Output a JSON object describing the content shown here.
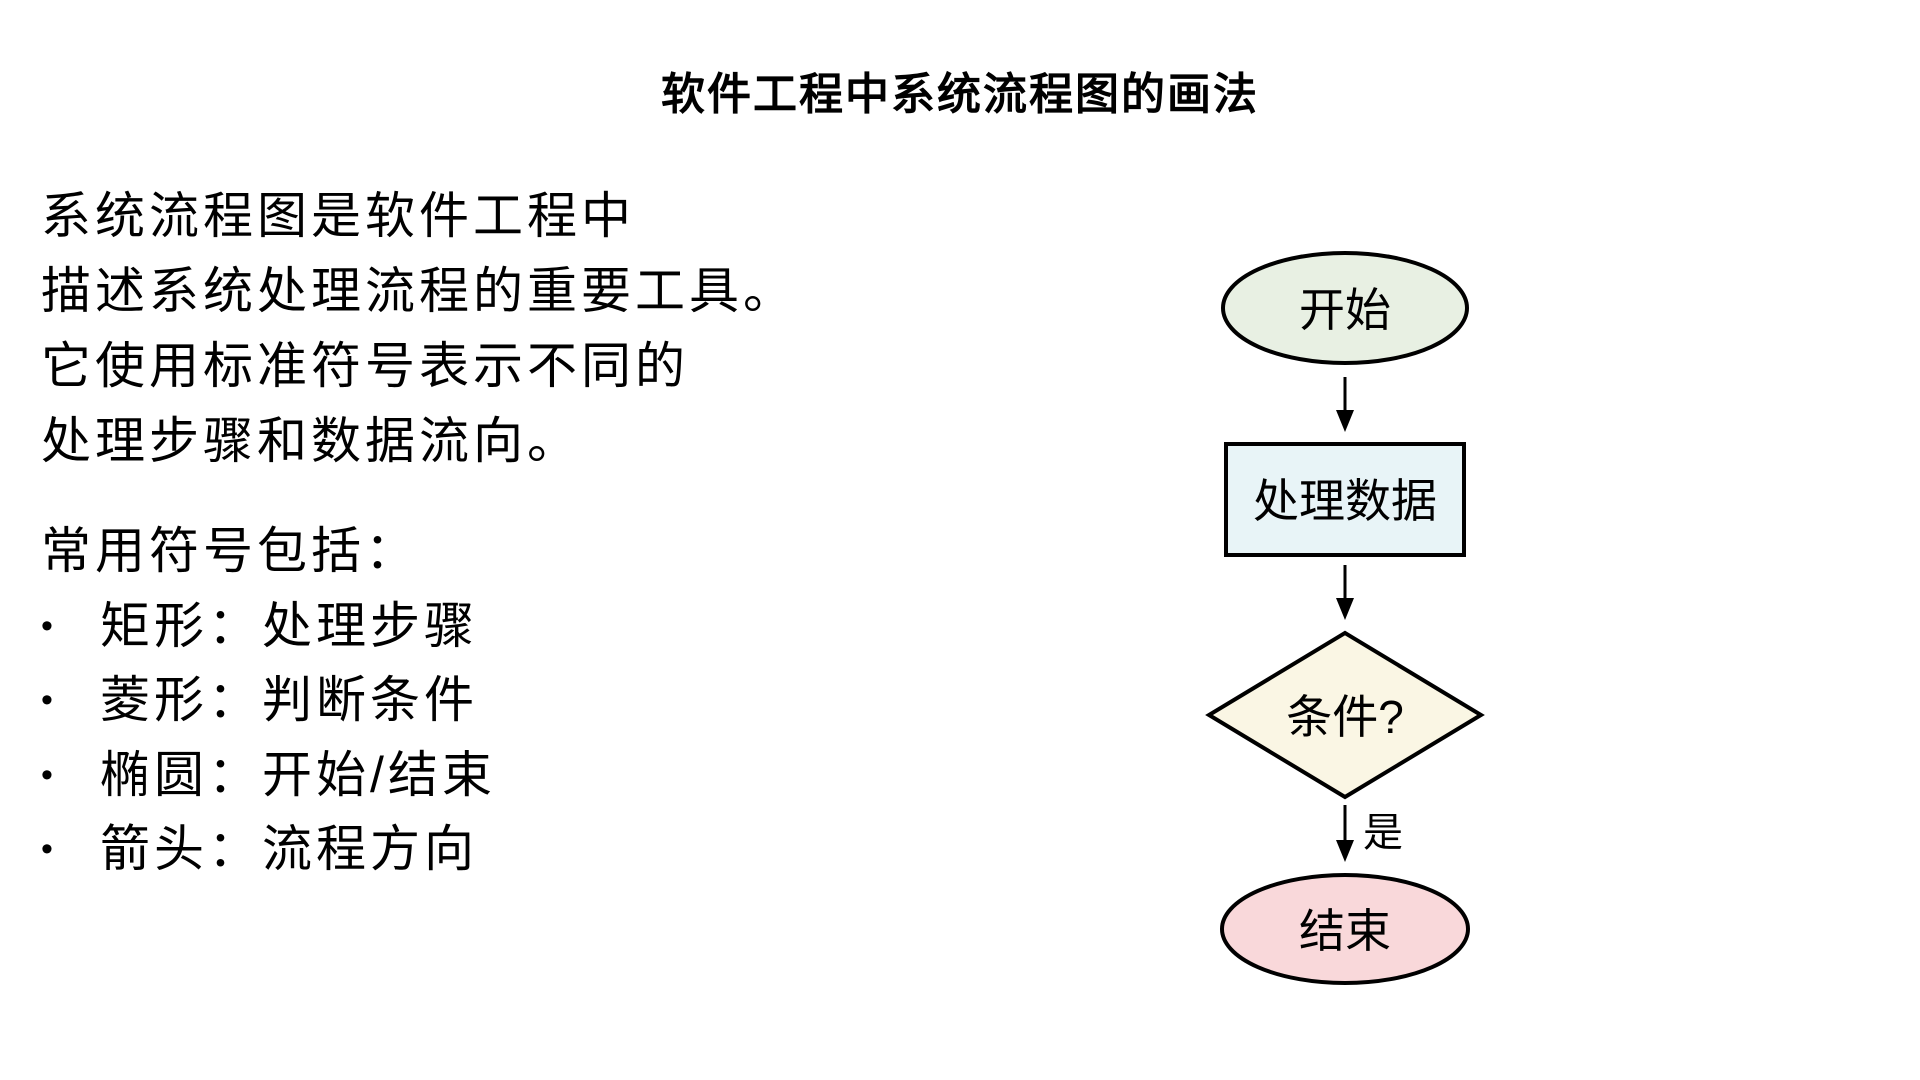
{
  "page": {
    "title": "软件工程中系统流程图的画法",
    "background_color": "#ffffff",
    "text_color": "#000000"
  },
  "intro": {
    "lines": [
      "系统流程图是软件工程中",
      "描述系统处理流程的重要工具。",
      "它使用标准符号表示不同的",
      "处理步骤和数据流向。"
    ]
  },
  "symbols": {
    "heading": "常用符号包括：",
    "bullet_glyph": "•",
    "items": [
      "矩形：处理步骤",
      "菱形：判断条件",
      "椭圆：开始/结束",
      "箭头：流程方向"
    ]
  },
  "flowchart": {
    "stroke_color": "#000000",
    "nodes": [
      {
        "id": "start",
        "shape": "ellipse",
        "label": "开始",
        "fill": "#e8f0e3"
      },
      {
        "id": "process",
        "shape": "rect",
        "label": "处理数据",
        "fill": "#e8f4f7"
      },
      {
        "id": "decision",
        "shape": "diamond",
        "label": "条件?",
        "fill": "#faf6e4"
      },
      {
        "id": "end",
        "shape": "ellipse",
        "label": "结束",
        "fill": "#f9d8da"
      }
    ],
    "edges": [
      {
        "from": "start",
        "to": "process",
        "label": ""
      },
      {
        "from": "process",
        "to": "decision",
        "label": ""
      },
      {
        "from": "decision",
        "to": "end",
        "label": "是"
      }
    ]
  }
}
